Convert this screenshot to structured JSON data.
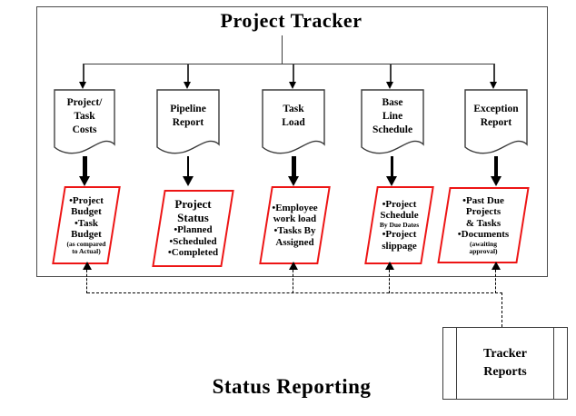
{
  "diagram": {
    "title": "Project Tracker",
    "subtitle": "Status Reporting",
    "colors": {
      "accent_red": "#ed1515",
      "line_gray": "#4b4b4b",
      "ink": "#000000"
    },
    "columns": [
      {
        "doc_label": "Project/\nTask\nCosts",
        "output": {
          "body": "•Project\nBudget\n•Task\nBudget",
          "note": "(as compared\nto Actual)"
        }
      },
      {
        "doc_label": "Pipeline\nReport",
        "output": {
          "title": "Project\nStatus",
          "body": "•Planned\n•Scheduled\n•Completed"
        }
      },
      {
        "doc_label": "Task\nLoad",
        "output": {
          "body": "•Employee\nwork load\n•Tasks By\nAssigned"
        }
      },
      {
        "doc_label": "Base\nLine\nSchedule",
        "output": {
          "body": "•Project\nSchedule",
          "note": "By Due Dates",
          "body2": "•Project\nslippage"
        }
      },
      {
        "doc_label": "Exception\nReport",
        "output": {
          "body": "•Past Due\nProjects\n& Tasks\n•Documents",
          "note": "(awaiting\napproval)"
        }
      }
    ],
    "tracker_box": {
      "label": "Tracker\nReports"
    }
  }
}
